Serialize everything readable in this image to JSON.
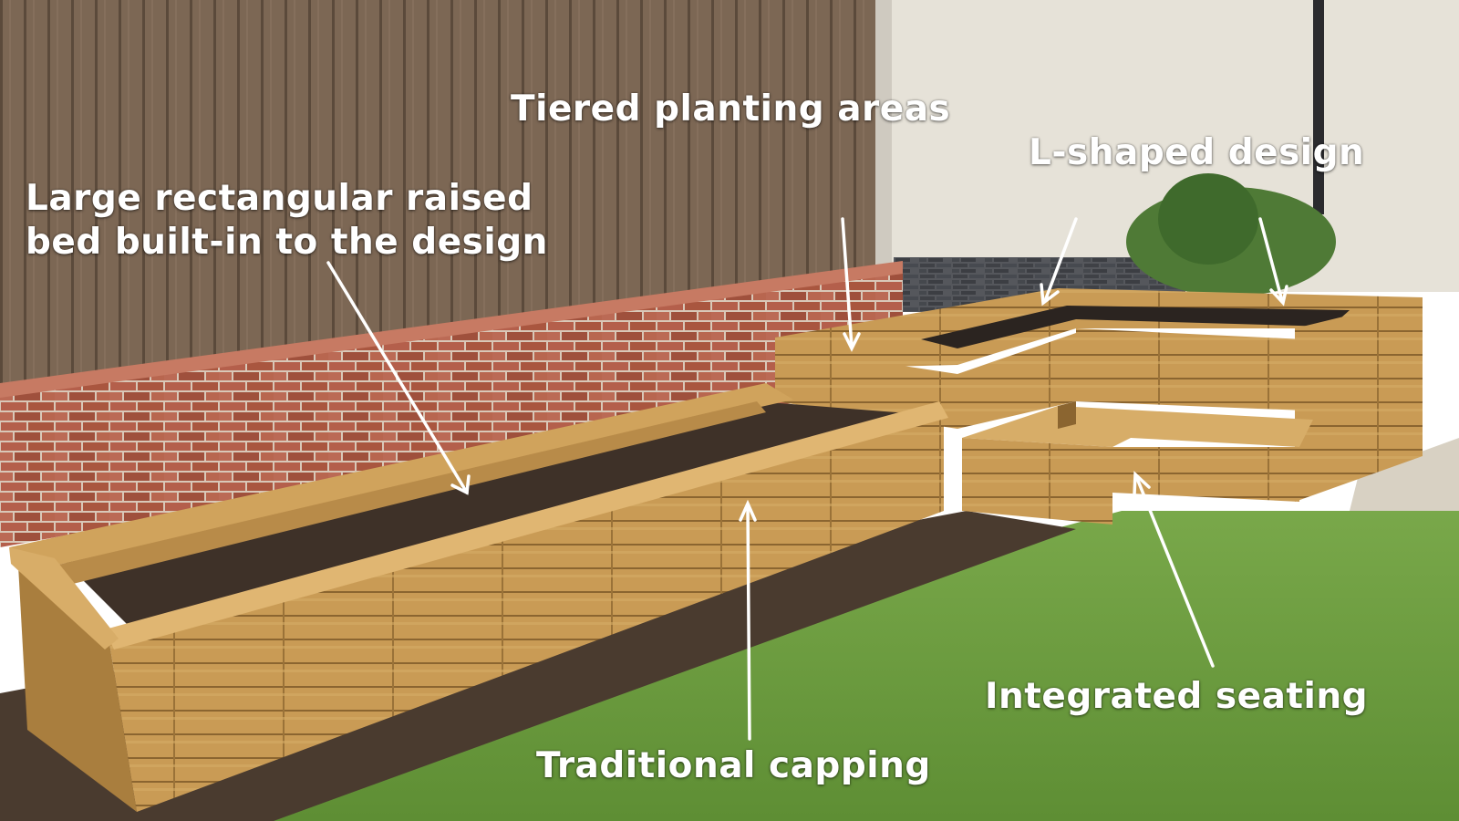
{
  "labels": {
    "tiered": "Tiered planting areas",
    "lshaped": "L-shaped design",
    "large_line1": "Large rectangular raised",
    "large_line2": "bed built-in to the design",
    "seating": "Integrated seating",
    "capping": "Traditional capping"
  },
  "colors": {
    "annotation": "#ffffff",
    "fence": "#7a6552",
    "brick": "#b5624e",
    "render_wall": "#e6e2d8",
    "timber": "#c89a52",
    "soil": "#3e3128",
    "lawn": "#6a9a3e"
  }
}
